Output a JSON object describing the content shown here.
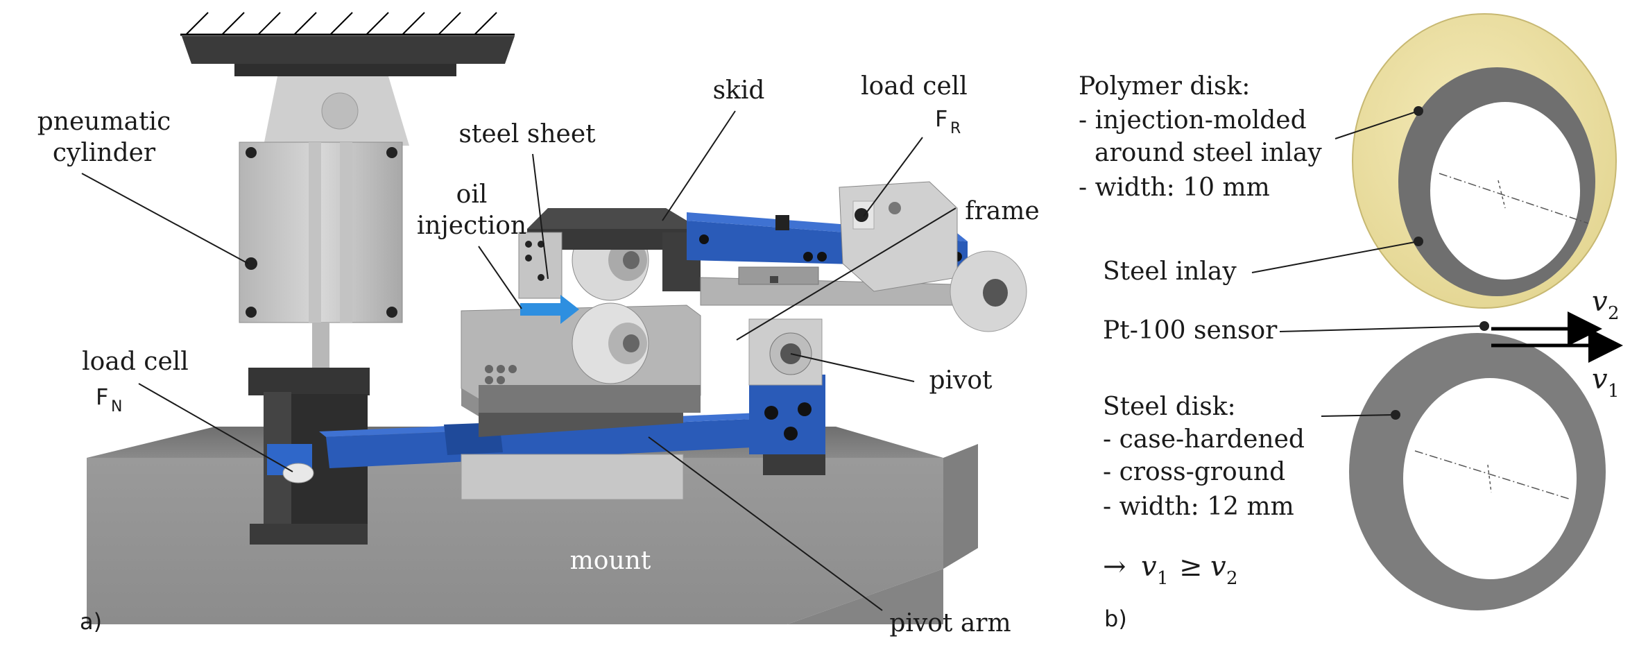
{
  "panel_a": {
    "marker": "a)",
    "labels": {
      "pneumatic_cylinder_1": "pneumatic",
      "pneumatic_cylinder_2": "cylinder",
      "load_cell_n": "load cell",
      "fn": "F",
      "fn_sub": "N",
      "steel_sheet": "steel sheet",
      "skid": "skid",
      "oil_injection_1": "oil",
      "oil_injection_2": "injection",
      "load_cell_r": "load cell",
      "fr": "F",
      "fr_sub": "R",
      "frame": "frame",
      "pivot": "pivot",
      "mount": "mount",
      "pivot_arm": "pivot arm"
    }
  },
  "panel_b": {
    "marker": "b)",
    "polymer": [
      "Polymer disk:",
      "- injection-molded",
      "around steel inlay",
      "- width: 10 mm"
    ],
    "steel_inlay": "Steel inlay",
    "sensor": "Pt-100 sensor",
    "steel_disk": [
      "Steel disk:",
      "- case-hardened",
      "- cross-ground",
      "- width: 12 mm"
    ],
    "v2": "v",
    "v2_sub": "2",
    "v1": "v",
    "v1_sub": "1",
    "relation_arrow": "→",
    "relation_lhs": "v",
    "relation_lhs_sub": "1",
    "relation_op": "≥",
    "relation_rhs": "v",
    "relation_rhs_sub": "2"
  },
  "colors": {
    "blue": "#2a5bb8",
    "dark": "#2a2a2a",
    "gray": "#9a9a9a",
    "light_gray": "#cfcfcf",
    "polymer_yellow": "#ede3a6",
    "steel_gray": "#7d7d7d"
  }
}
